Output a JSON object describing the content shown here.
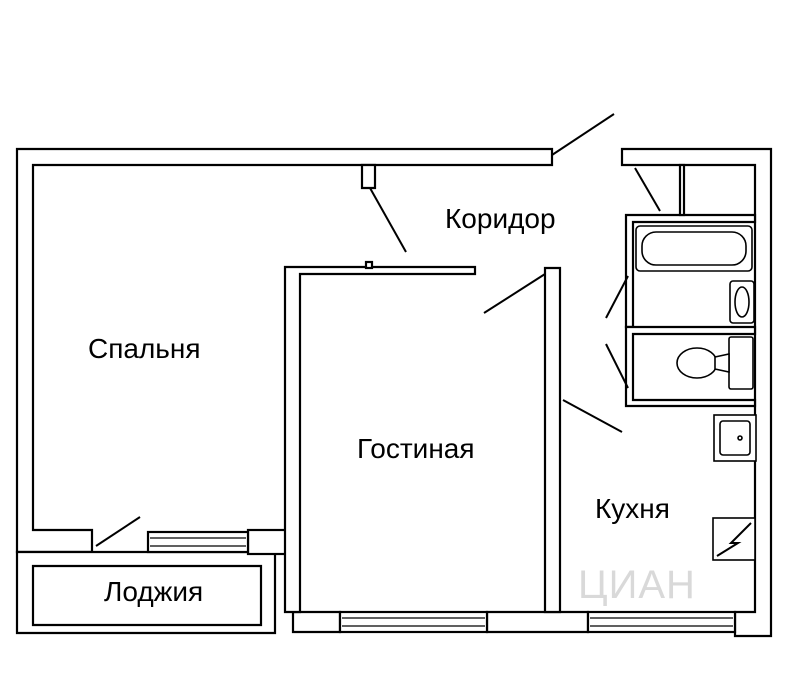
{
  "rooms": {
    "bedroom": "Спальня",
    "living_room": "Гостиная",
    "corridor": "Коридор",
    "kitchen": "Кухня",
    "loggia": "Лоджия"
  },
  "watermark": "ЦИАН",
  "colors": {
    "wall": "#000000",
    "background": "#ffffff",
    "watermark": "#d9d9d9"
  }
}
